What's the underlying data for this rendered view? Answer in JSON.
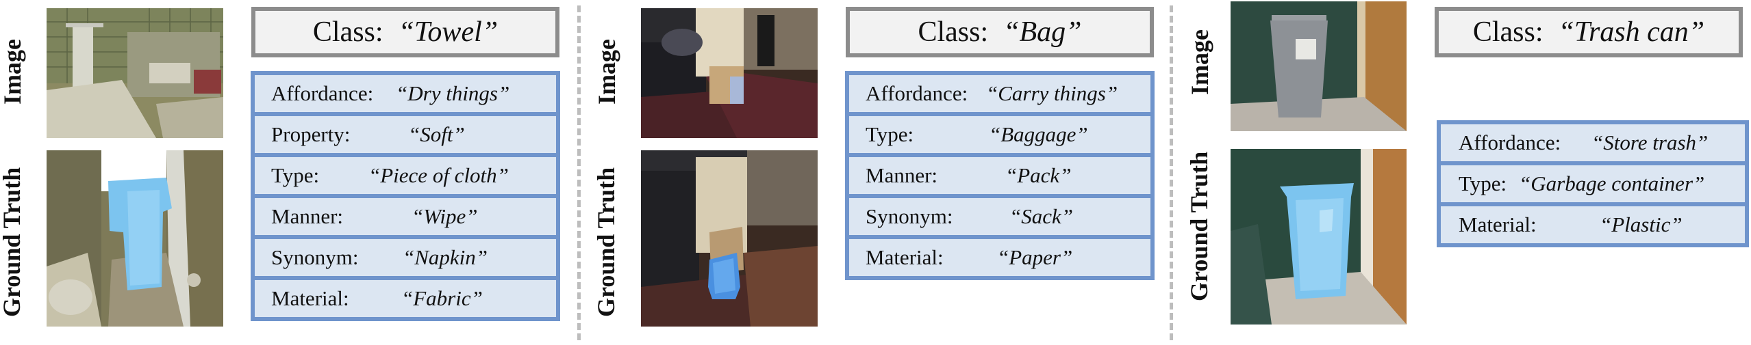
{
  "row_labels": {
    "image": "Image",
    "ground_truth": "Ground Truth"
  },
  "panels": [
    {
      "class_key": "Class:",
      "class_value": "“Towel”",
      "attributes": [
        {
          "key": "Affordance:",
          "value": "“Dry things”"
        },
        {
          "key": "Property:",
          "value": "“Soft”"
        },
        {
          "key": "Type:",
          "value": "“Piece of cloth”"
        },
        {
          "key": "Manner:",
          "value": "“Wipe”"
        },
        {
          "key": "Synonym:",
          "value": "“Napkin”"
        },
        {
          "key": "Material:",
          "value": "“Fabric”"
        }
      ]
    },
    {
      "class_key": "Class:",
      "class_value": "“Bag”",
      "attributes": [
        {
          "key": "Affordance:",
          "value": "“Carry things”"
        },
        {
          "key": "Type:",
          "value": "“Baggage”"
        },
        {
          "key": "Manner:",
          "value": "“Pack”"
        },
        {
          "key": "Synonym:",
          "value": "“Sack”"
        },
        {
          "key": "Material:",
          "value": "“Paper”"
        }
      ]
    },
    {
      "class_key": "Class:",
      "class_value": "“Trash can”",
      "attributes": [
        {
          "key": "Affordance:",
          "value": "“Store trash”"
        },
        {
          "key": "Type:",
          "value": "“Garbage container”"
        },
        {
          "key": "Material:",
          "value": "“Plastic”"
        }
      ]
    }
  ],
  "colors": {
    "class_border": "#8c8c8c",
    "class_fill": "#f2f2f2",
    "table_border": "#6f94cc",
    "row_fill": "#dce6f2",
    "segmentation_highlight": "#7cc4ef",
    "divider": "#bdbdbd"
  }
}
